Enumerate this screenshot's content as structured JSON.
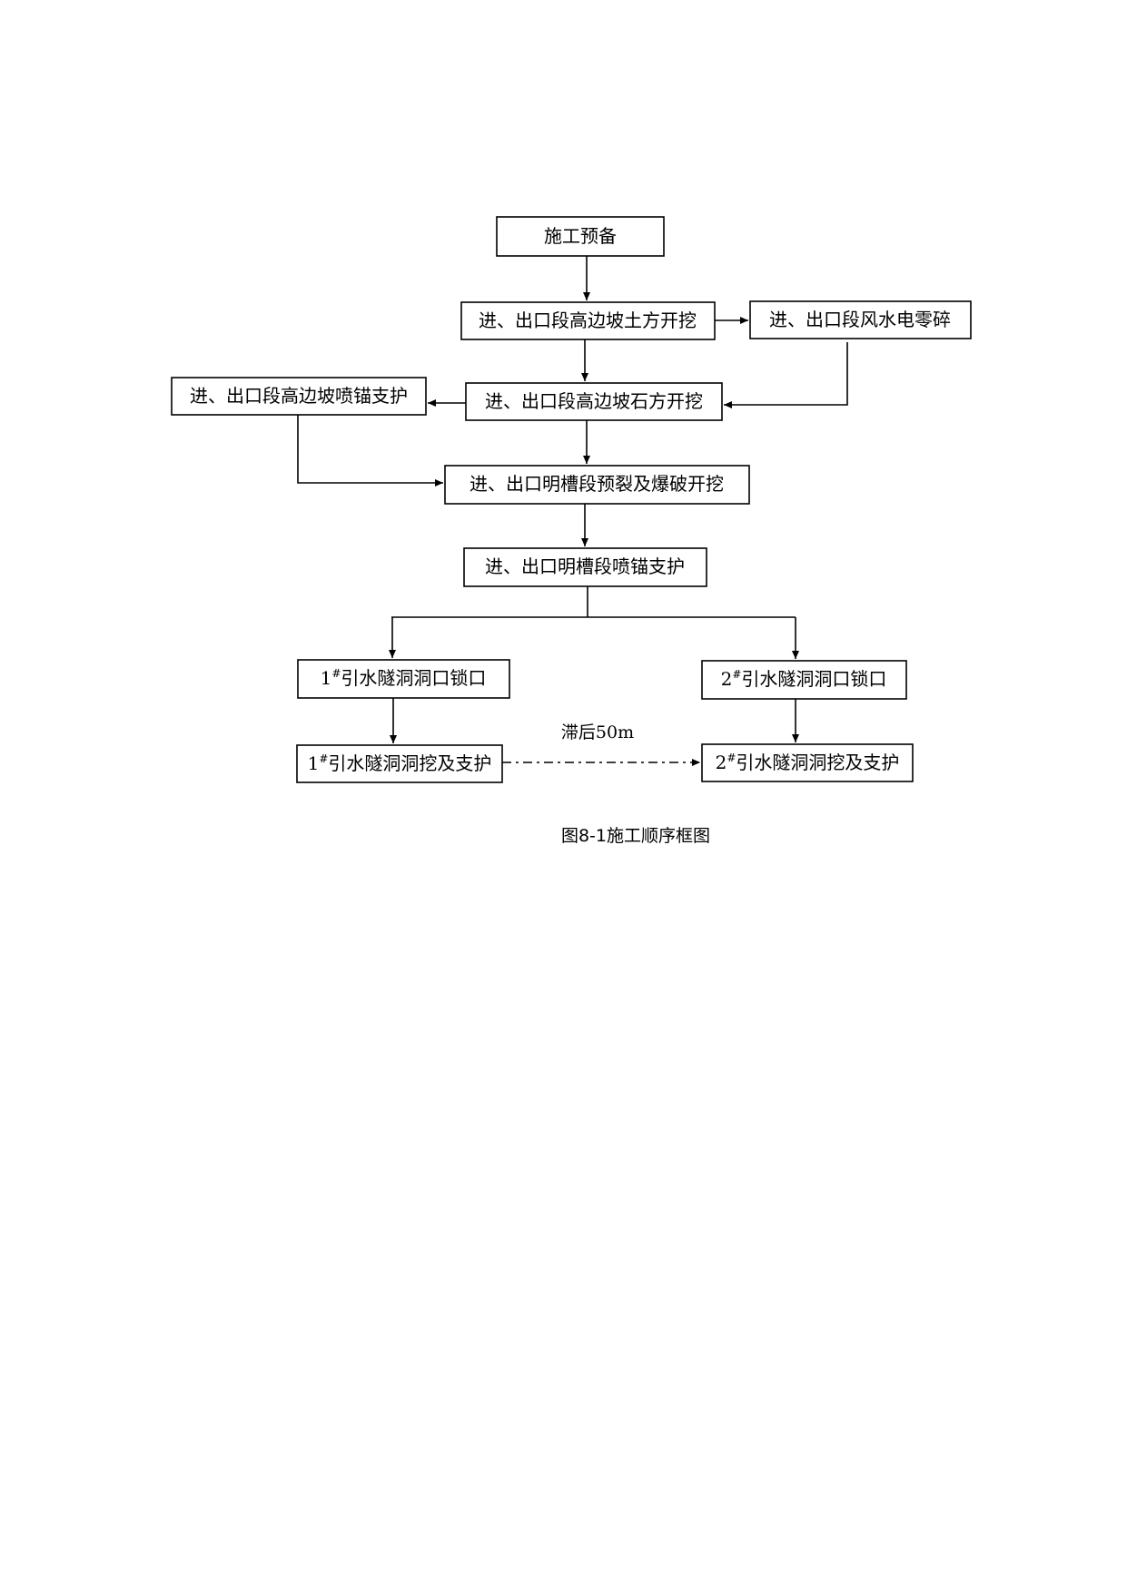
{
  "nodes": {
    "prep": "施工预备",
    "soil": "进、出口段高边坡土方开挖",
    "utility": "进、出口段风水电零碎",
    "rock": "进、出口段高边坡石方开挖",
    "anchor_slope": "进、出口段高边坡喷锚支护",
    "trench_blast": "进、出口明槽段预裂及爆破开挖",
    "trench_anchor": "进、出口明槽段喷锚支护",
    "t1_lock_num": "1",
    "t1_lock_sup": "#",
    "t1_lock_text": "引水隧洞洞口锁口",
    "t2_lock_num": "2",
    "t2_lock_sup": "#",
    "t2_lock_text": "引水隧洞洞口锁口",
    "t1_dig_num": "1",
    "t1_dig_sup": "#",
    "t1_dig_text": "引水隧洞洞挖及支护",
    "t2_dig_num": "2",
    "t2_dig_sup": "#",
    "t2_dig_text": "引水隧洞洞挖及支护"
  },
  "lag_label": "滞后50m",
  "caption": "图8-1施工顺序框图"
}
